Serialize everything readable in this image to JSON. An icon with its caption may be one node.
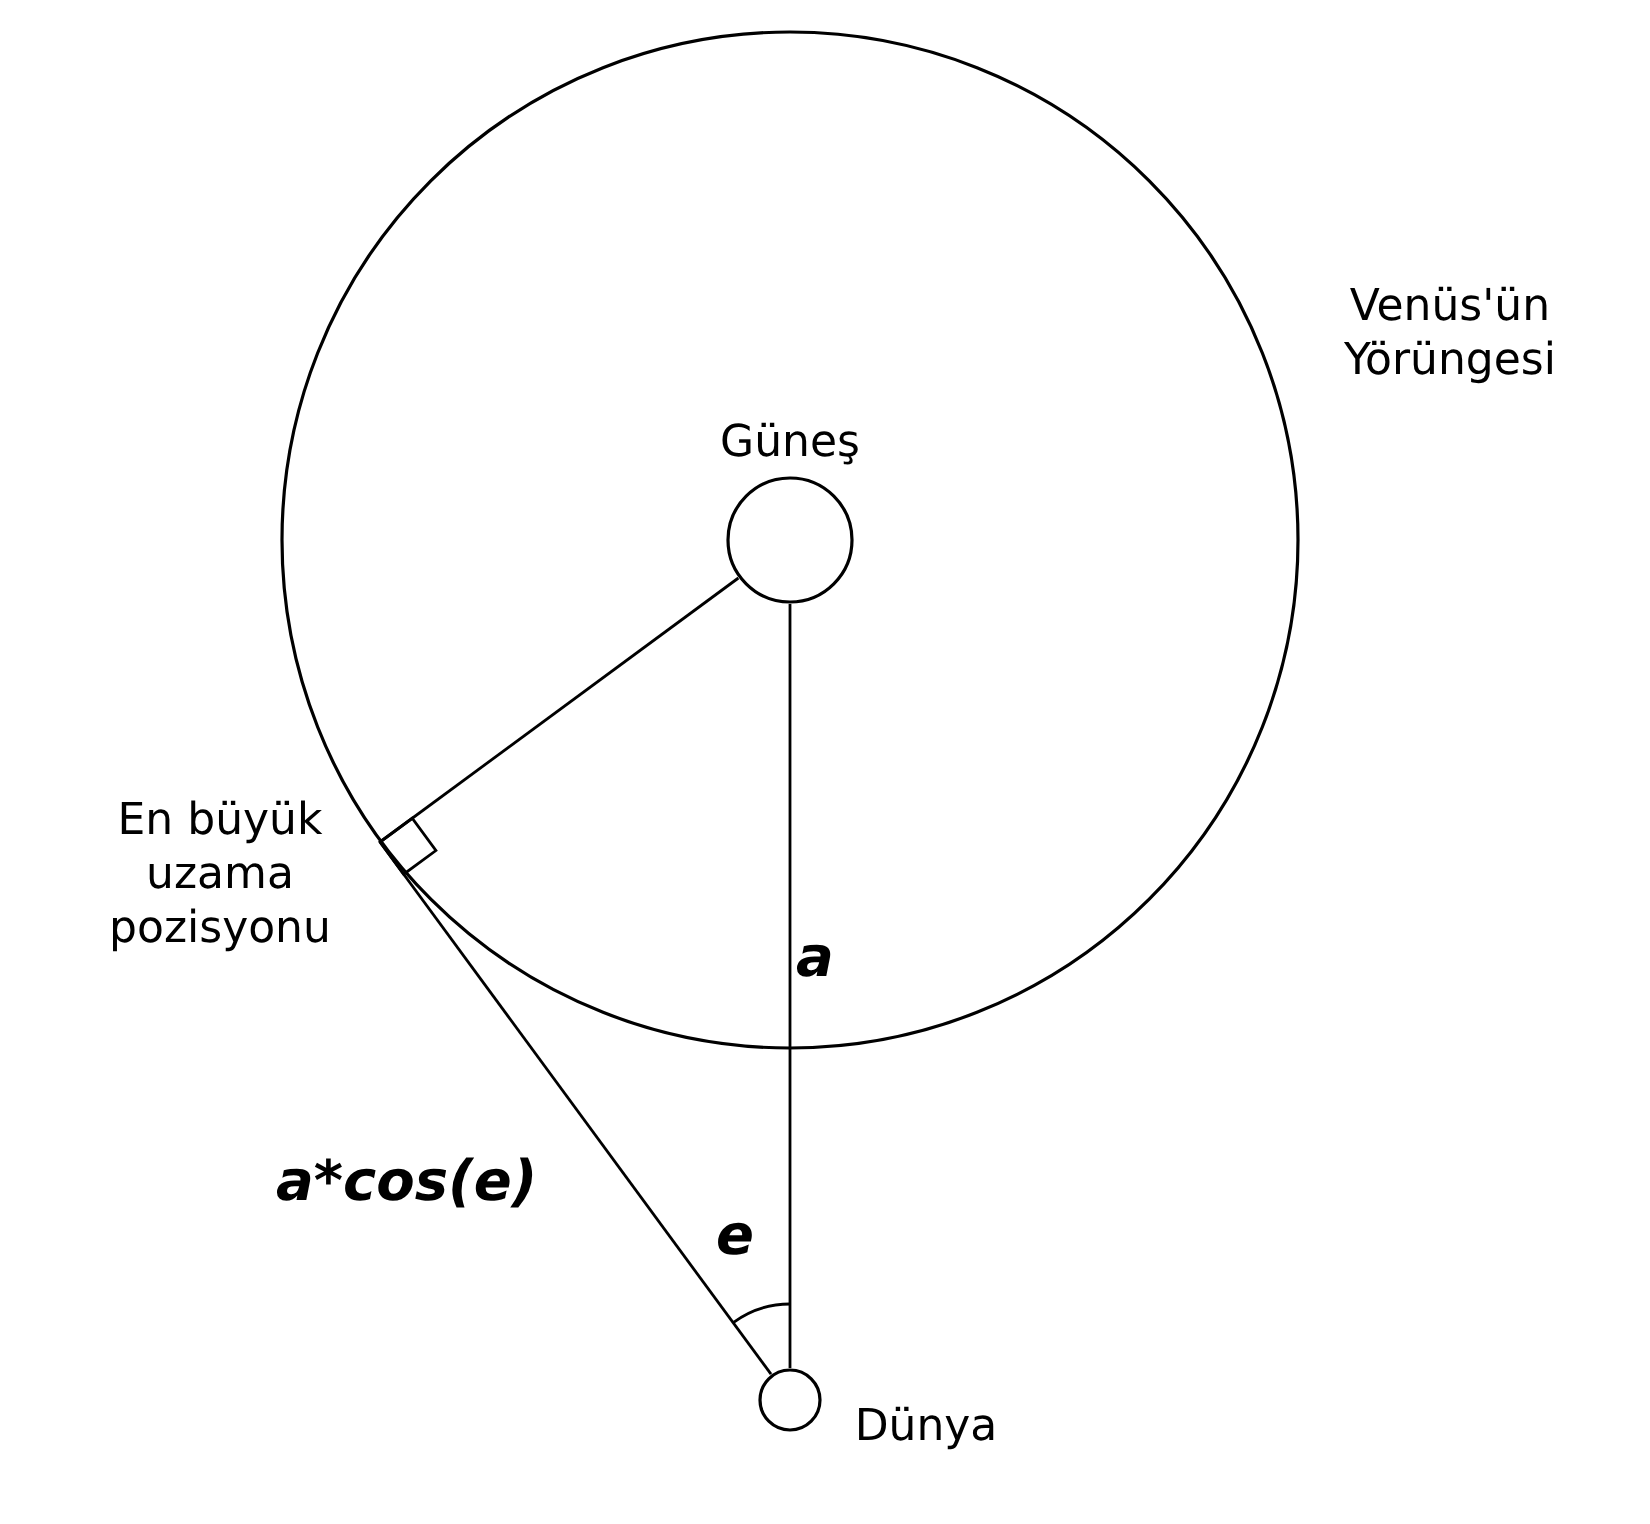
{
  "diagram": {
    "nodes": [
      {
        "text": [
          "Venüs'ün Yörüngesi"
        ]
      },
      {
        "text": [
          "Güneş"
        ],
        "in": 0
      },
      {
        "text": [
          "Dünya"
        ]
      },
      {
        "text": [
          "En büyük uzama pozisyonu"
        ]
      }
    ],
    "edges": [
      {
        "from": 1,
        "to": 3,
        "arrow": "none"
      },
      {
        "from": 2,
        "to": 3,
        "arrow": "none",
        "label": "a*cos(e)"
      },
      {
        "from": 1,
        "to": 2,
        "arrow": "none",
        "label": "a"
      }
    ],
    "labels": [
      "e"
    ]
  }
}
